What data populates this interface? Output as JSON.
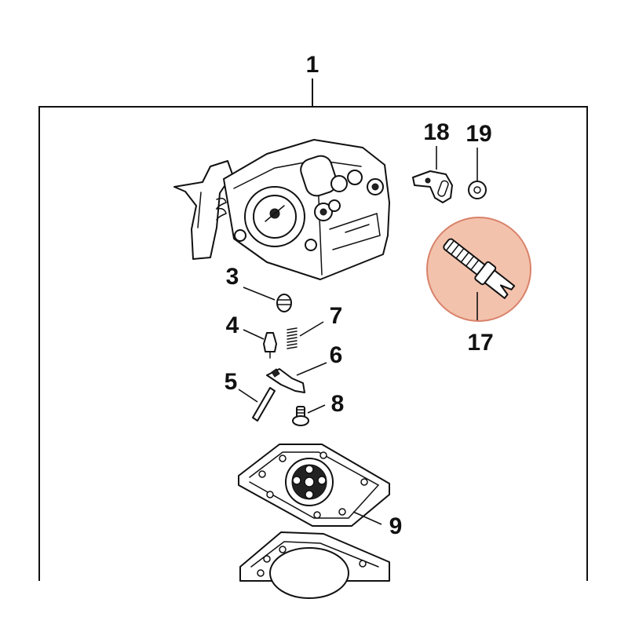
{
  "callouts": {
    "c1": "1",
    "c3": "3",
    "c4": "4",
    "c5": "5",
    "c6": "6",
    "c7": "7",
    "c8": "8",
    "c9": "9",
    "c17": "17",
    "c18": "18",
    "c19": "19"
  },
  "highlight": {
    "part": "17",
    "fill_color": "#f3c2ac",
    "stroke_color": "#d9826a"
  }
}
